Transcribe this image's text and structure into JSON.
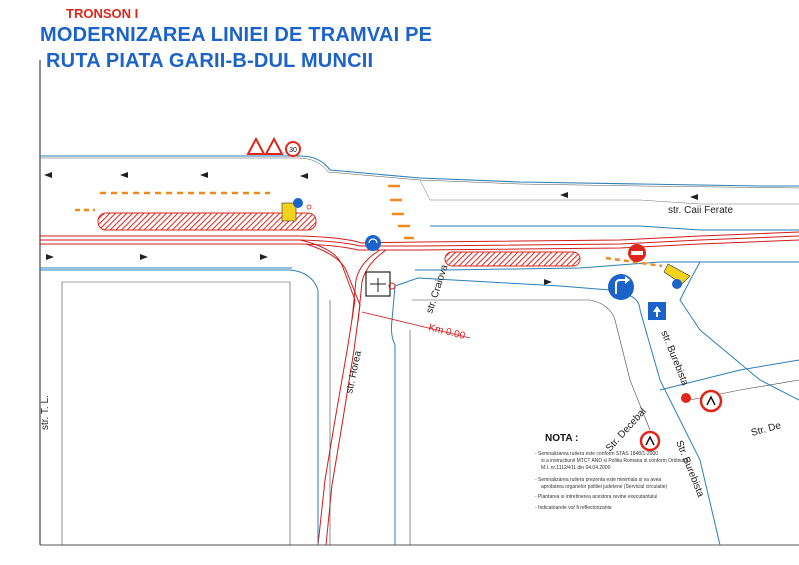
{
  "header": {
    "tronson": "TRONSON I",
    "title_line1": "MODERNIZAREA LINIEI DE TRAMVAI PE",
    "title_line2": "RUTA PIATA GARII-B-DUL MUNCII"
  },
  "streets": {
    "caii_ferate": "str. Caii Ferate",
    "horea": "str. Horea",
    "craiova": "str. Craiova",
    "burebista": "str. Burebista",
    "burebista_lower": "Str. Burebista",
    "decebal": "Str. Decebal",
    "de": "Str. De",
    "left_street": "str. T. L."
  },
  "km_marker": "Km 0.00",
  "signs": {
    "speed_limit": "30"
  },
  "note": {
    "title": "NOTA :",
    "lines": [
      "- Semnalizarea rutiera este conform STAS 1848/1-2000",
      "  si a instructiunii MTCT AND si Politia Romana si conform Ordinului",
      "  M.I. nr.1112/411 din 04.04.2000",
      "- Semnalizarea rutiera prezenta este minimala si va avea",
      "  aprobarea organelor politiei judetene (Serviciul circulatie)",
      "- Plantarea si intretinerea acestora revine executantului",
      "- Indicatoarele vor fi reflectorizante"
    ]
  },
  "colors": {
    "title_blue": "#1c63c9",
    "tronson_red": "#e0261b",
    "track_red": "#d01c1c",
    "road_blue": "#2a7fb8"
  }
}
